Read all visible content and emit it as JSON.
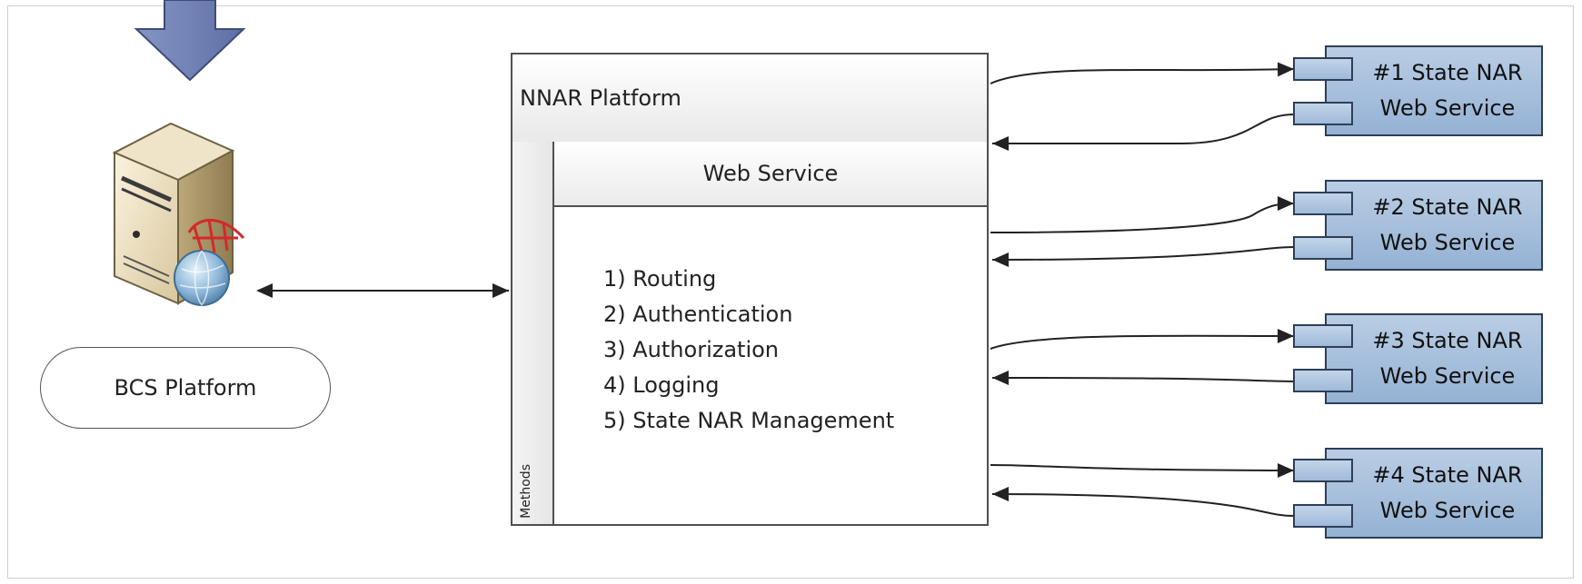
{
  "nnar_platform": {
    "title": "NNAR Platform",
    "methods_label": "Methods",
    "web_service_title": "Web Service",
    "methods": [
      "1) Routing",
      "2) Authentication",
      "3) Authorization",
      "4) Logging",
      "5) State NAR Management"
    ]
  },
  "bcs_platform": {
    "label": "BCS Platform",
    "icon": "database-server-icon"
  },
  "state_services": [
    {
      "line1": "#1 State NAR",
      "line2": "Web Service"
    },
    {
      "line1": "#2 State NAR",
      "line2": "Web Service"
    },
    {
      "line1": "#3 State NAR",
      "line2": "Web Service"
    },
    {
      "line1": "#4 State NAR",
      "line2": "Web Service"
    }
  ],
  "colors": {
    "service_fill": "#a9c1de",
    "service_border": "#2d3f57",
    "arrow_fill": "#6f7fb3",
    "line": "#222222"
  }
}
